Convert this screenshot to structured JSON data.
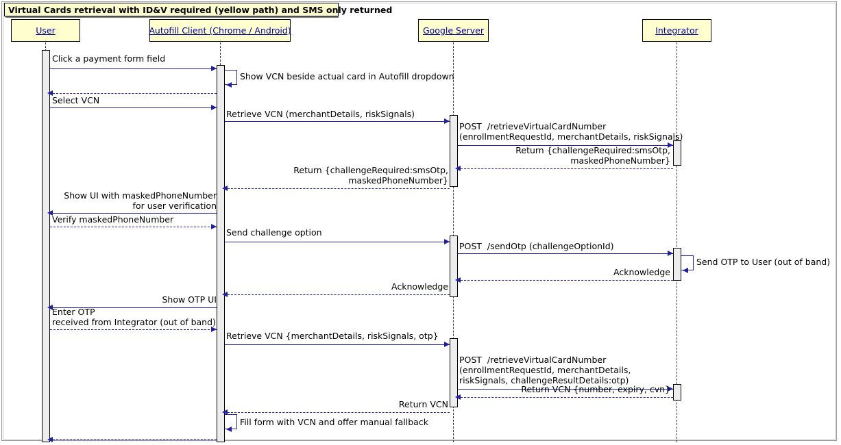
{
  "diagram": {
    "type": "uml-sequence-diagram",
    "title": "Virtual Cards retrieval with ID&V required (yellow path) and SMS only returned",
    "colors": {
      "participant_fill": "#FEFECE",
      "participant_border": "#000000",
      "participant_text": "#0000A0",
      "arrow": "#2020A0",
      "activation_fill": "#EDEDED",
      "frame_border": "#9A9A9A",
      "background": "#FFFFFF"
    },
    "participants": [
      {
        "id": "user",
        "label": "User"
      },
      {
        "id": "autofill",
        "label": "Autofill Client (Chrome / Android)"
      },
      {
        "id": "google",
        "label": "Google Server"
      },
      {
        "id": "integrator",
        "label": "Integrator"
      }
    ],
    "messages": [
      {
        "n": 1,
        "from": "user",
        "to": "autofill",
        "style": "solid",
        "label": "Click a payment form field"
      },
      {
        "n": 2,
        "from": "autofill",
        "to": "autofill",
        "style": "self",
        "label": "Show VCN beside actual card in Autofill dropdown"
      },
      {
        "n": 3,
        "from": "autofill",
        "to": "user",
        "style": "dashed",
        "label": ""
      },
      {
        "n": 4,
        "from": "user",
        "to": "autofill",
        "style": "solid",
        "label": "Select VCN"
      },
      {
        "n": 5,
        "from": "autofill",
        "to": "google",
        "style": "solid",
        "label": "Retrieve VCN (merchantDetails, riskSignals)"
      },
      {
        "n": 6,
        "from": "google",
        "to": "integrator",
        "style": "solid",
        "label": "POST  /retrieveVirtualCardNumber\n(enrollmentRequestId, merchantDetails, riskSignals)"
      },
      {
        "n": 7,
        "from": "integrator",
        "to": "google",
        "style": "dashed",
        "label": "Return {challengeRequired:smsOtp,\nmaskedPhoneNumber}"
      },
      {
        "n": 8,
        "from": "google",
        "to": "autofill",
        "style": "dashed",
        "label": "Return {challengeRequired:smsOtp,\nmaskedPhoneNumber}"
      },
      {
        "n": 9,
        "from": "autofill",
        "to": "user",
        "style": "solid",
        "label": "Show UI with maskedPhoneNumber\nfor user verification"
      },
      {
        "n": 10,
        "from": "user",
        "to": "autofill",
        "style": "dashed",
        "label": "Verify maskedPhoneNumber"
      },
      {
        "n": 11,
        "from": "autofill",
        "to": "google",
        "style": "solid",
        "label": "Send challenge option"
      },
      {
        "n": 12,
        "from": "google",
        "to": "integrator",
        "style": "solid",
        "label": "POST  /sendOtp (challengeOptionId)"
      },
      {
        "n": 13,
        "from": "integrator",
        "to": "integrator",
        "style": "self",
        "label": "Send OTP to User (out of band)"
      },
      {
        "n": 14,
        "from": "integrator",
        "to": "google",
        "style": "dashed",
        "label": "Acknowledge"
      },
      {
        "n": 15,
        "from": "google",
        "to": "autofill",
        "style": "dashed",
        "label": "Acknowledge"
      },
      {
        "n": 16,
        "from": "autofill",
        "to": "user",
        "style": "solid",
        "label": "Show OTP UI"
      },
      {
        "n": 17,
        "from": "user",
        "to": "autofill",
        "style": "dashed",
        "label": "Enter OTP\nreceived from Integrator (out of band)"
      },
      {
        "n": 18,
        "from": "autofill",
        "to": "google",
        "style": "solid",
        "label": "Retrieve VCN {merchantDetails, riskSignals, otp}"
      },
      {
        "n": 19,
        "from": "google",
        "to": "integrator",
        "style": "solid",
        "label": "POST  /retrieveVirtualCardNumber\n(enrollmentRequestId, merchantDetails,\nriskSignals, challengeResultDetails:otp)"
      },
      {
        "n": 20,
        "from": "integrator",
        "to": "google",
        "style": "dashed",
        "label": "Return VCN {number, expiry, cvn}"
      },
      {
        "n": 21,
        "from": "google",
        "to": "autofill",
        "style": "dashed",
        "label": "Return VCN"
      },
      {
        "n": 22,
        "from": "autofill",
        "to": "autofill",
        "style": "self",
        "label": "Fill form with VCN and offer manual fallback"
      },
      {
        "n": 23,
        "from": "autofill",
        "to": "user",
        "style": "dashed",
        "label": ""
      }
    ]
  }
}
